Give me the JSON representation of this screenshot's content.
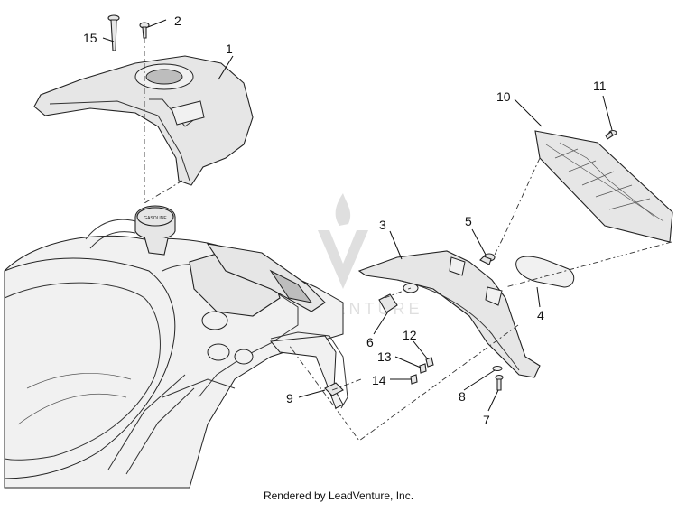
{
  "callouts": [
    {
      "id": "1",
      "label": "1"
    },
    {
      "id": "2",
      "label": "2"
    },
    {
      "id": "3",
      "label": "3"
    },
    {
      "id": "4",
      "label": "4"
    },
    {
      "id": "5",
      "label": "5"
    },
    {
      "id": "6",
      "label": "6"
    },
    {
      "id": "7",
      "label": "7"
    },
    {
      "id": "8",
      "label": "8"
    },
    {
      "id": "9",
      "label": "9"
    },
    {
      "id": "10",
      "label": "10"
    },
    {
      "id": "11",
      "label": "11"
    },
    {
      "id": "12",
      "label": "12"
    },
    {
      "id": "13",
      "label": "13"
    },
    {
      "id": "14",
      "label": "14"
    },
    {
      "id": "15",
      "label": "15"
    }
  ],
  "tank_cap_text": "GASOLINE",
  "watermark_text": "LEADVENTURE",
  "footer": "Rendered by LeadVenture, Inc."
}
